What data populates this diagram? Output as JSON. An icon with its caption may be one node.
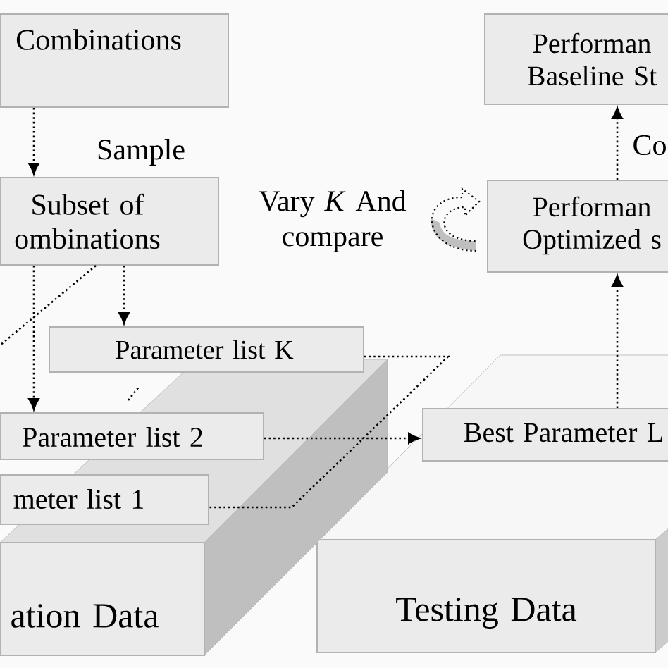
{
  "diagram": {
    "nodes": [
      {
        "text": [
          "Combinations"
        ]
      },
      {
        "text": [
          "Subset of ombinations"
        ]
      },
      {
        "text": [
          "Parameter list K"
        ]
      },
      {
        "text": [
          "Parameter list 2"
        ]
      },
      {
        "text": [
          "meter list 1"
        ]
      },
      {
        "text": [
          "ation Data"
        ]
      },
      {
        "text": [
          "Testing Data"
        ]
      },
      {
        "text": [
          "Best Parameter L"
        ]
      },
      {
        "text": [
          "Performan Optimized s"
        ]
      },
      {
        "text": [
          "Performan Baseline St"
        ]
      }
    ],
    "edges": [
      {
        "from": 0,
        "to": 1,
        "arrow": "to",
        "label": "Sample"
      },
      {
        "from": 1,
        "to": 3,
        "arrow": "to"
      },
      {
        "from": 1,
        "to": 2,
        "arrow": "to"
      },
      {
        "from": 1,
        "to": null,
        "arrow": "none"
      },
      {
        "from": 3,
        "to": 7,
        "arrow": "to"
      },
      {
        "from": 2,
        "to": 4,
        "arrow": "none"
      },
      {
        "from": 7,
        "to": 8,
        "arrow": "to"
      },
      {
        "from": 8,
        "to": 9,
        "arrow": "to",
        "label": "Co"
      }
    ],
    "labels": [
      "Vary *K* And compare"
    ]
  }
}
